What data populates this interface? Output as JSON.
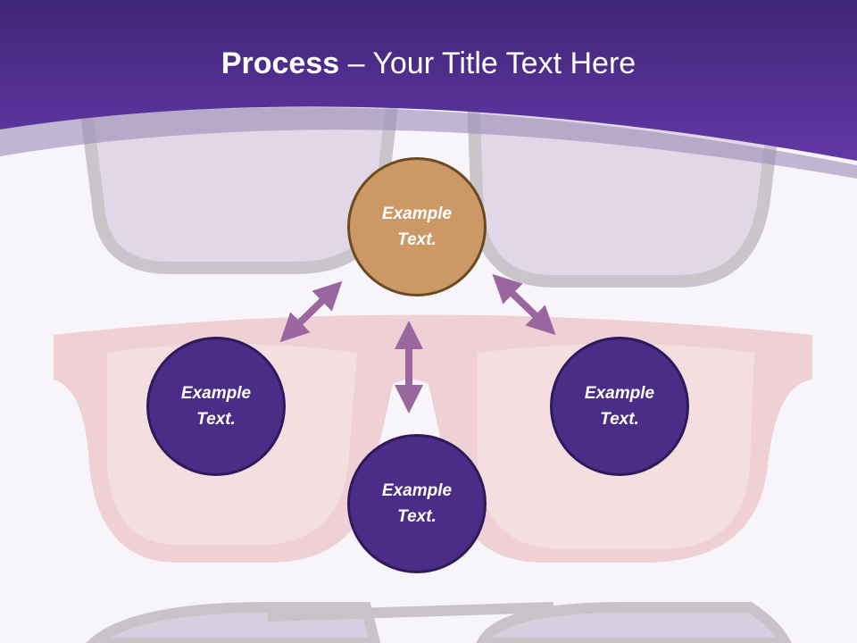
{
  "title": {
    "bold": "Process",
    "rest": " – Your Title Text Here"
  },
  "nodes": [
    {
      "line1": "Example",
      "line2": "Text."
    },
    {
      "line1": "Example",
      "line2": "Text."
    },
    {
      "line1": "Example",
      "line2": "Text."
    },
    {
      "line1": "Example",
      "line2": "Text."
    }
  ],
  "colors": {
    "header": "#4f2f92",
    "accent_node": "#cc9966",
    "node": "#4b2c86",
    "arrow": "#9966a0"
  }
}
